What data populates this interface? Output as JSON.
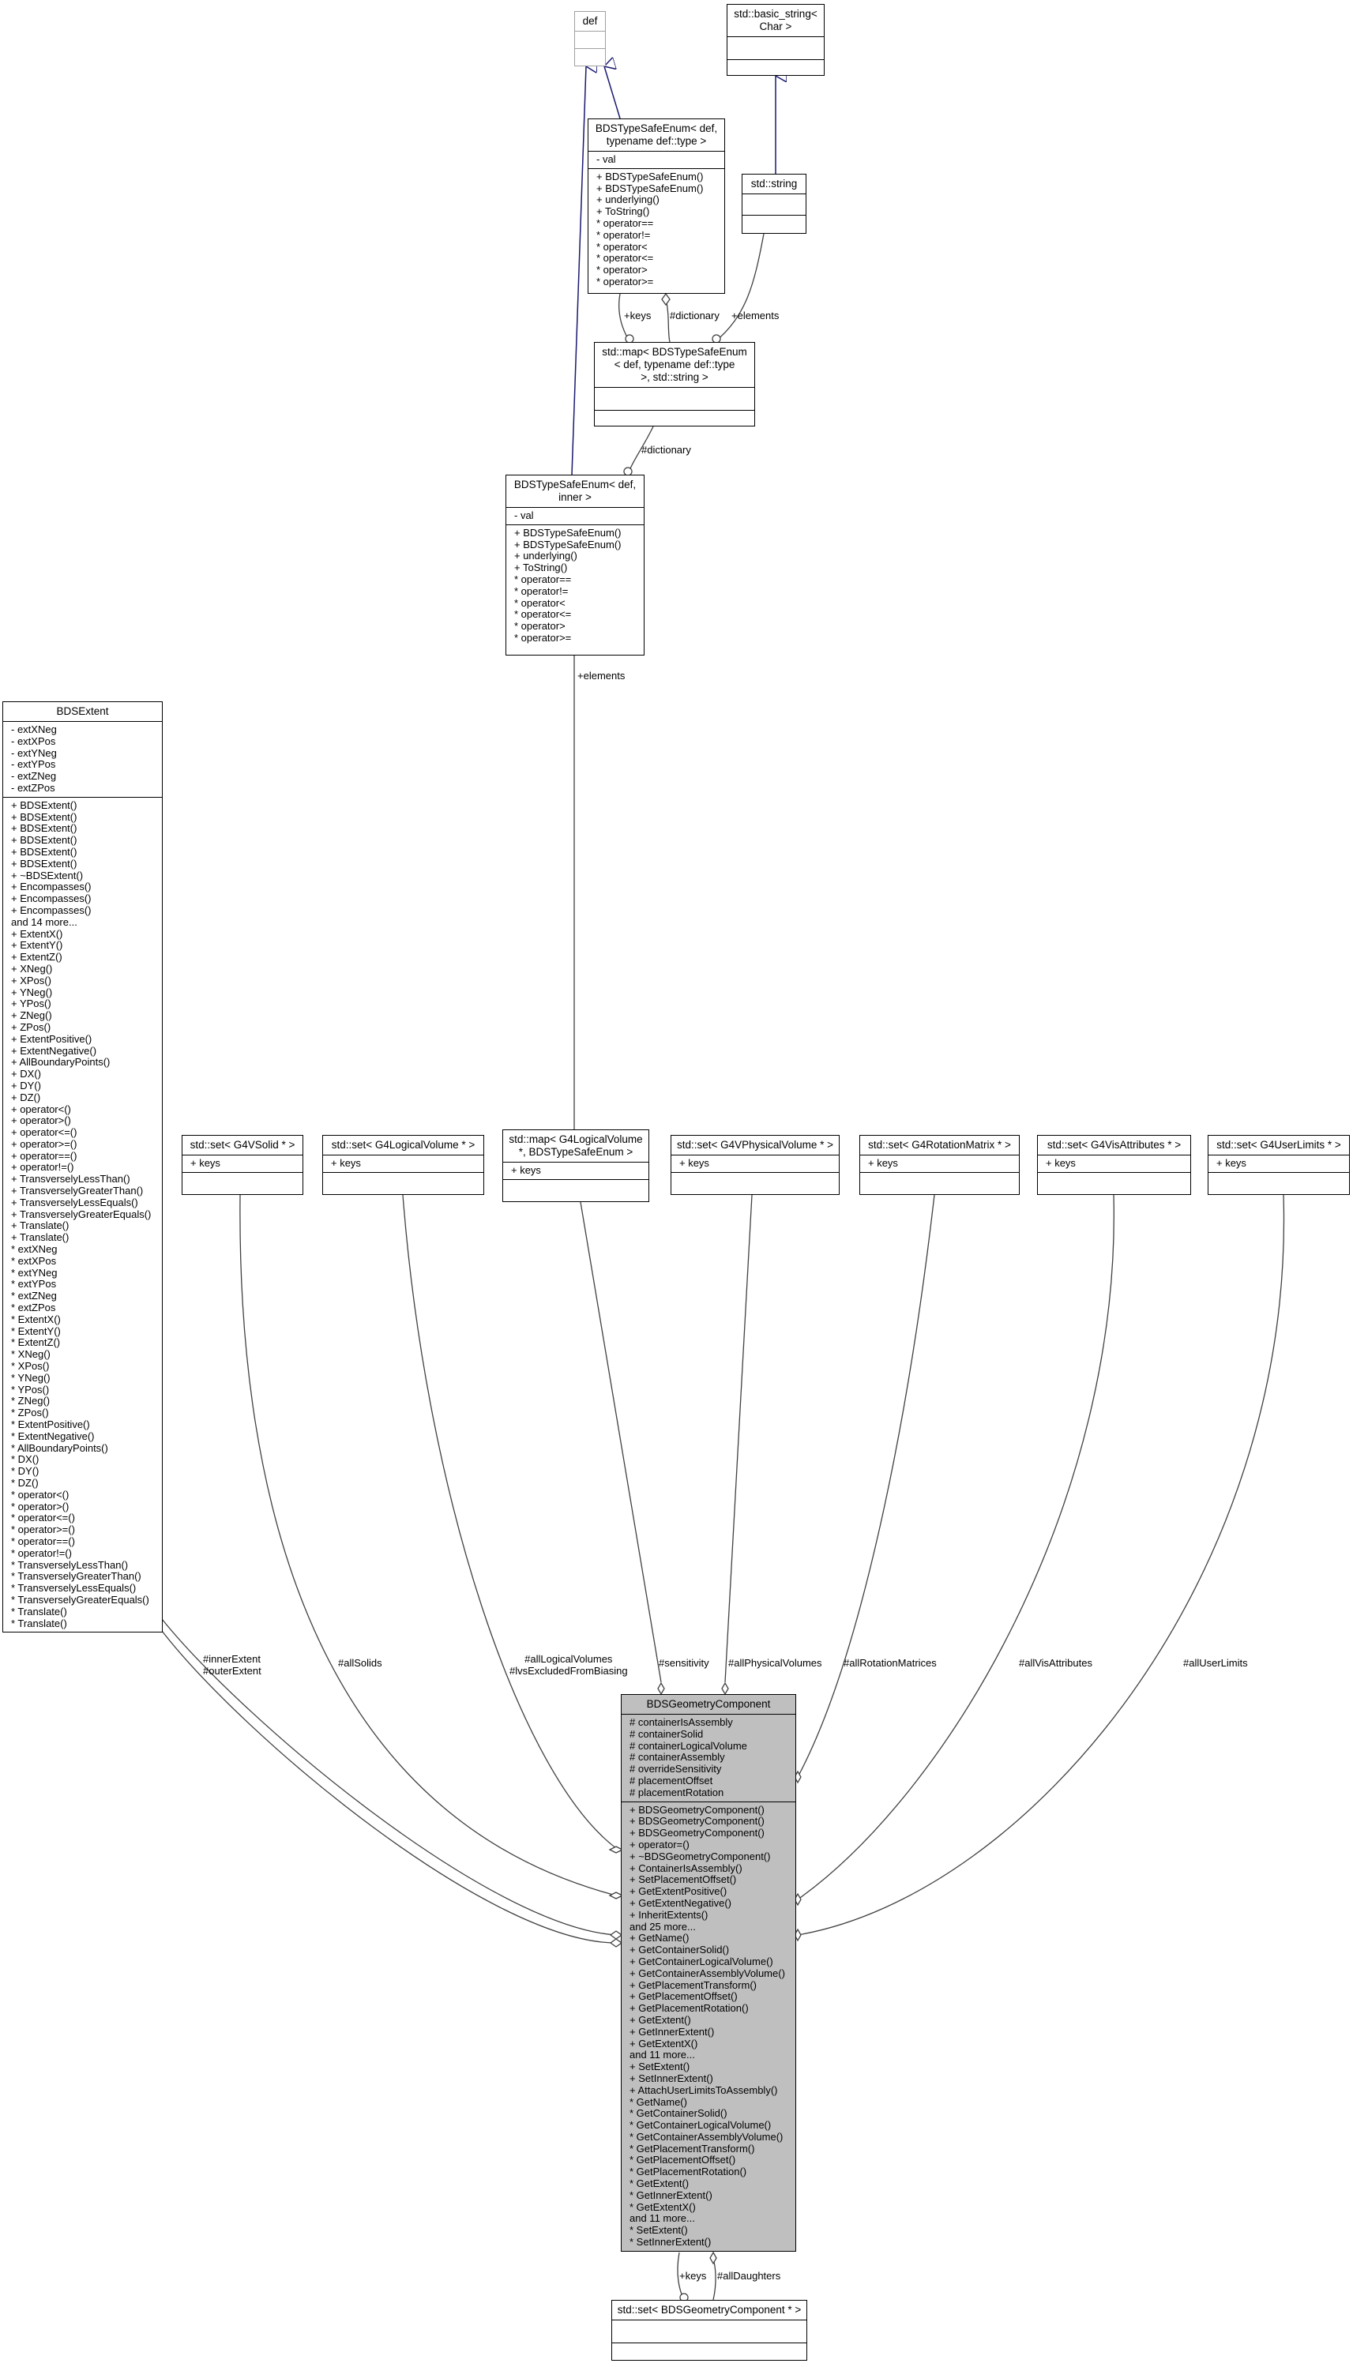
{
  "classes": {
    "def": {
      "title": "def",
      "attrs": [],
      "methods": []
    },
    "basic_string": {
      "title": "std::basic_string<\nChar >",
      "attrs": [],
      "methods": []
    },
    "bds_tse_def": {
      "title": "BDSTypeSafeEnum< def,\ntypename def::type >",
      "attrs": [
        "- val"
      ],
      "methods": [
        "+ BDSTypeSafeEnum()",
        "+ BDSTypeSafeEnum()",
        "+ underlying()",
        "+ ToString()",
        "* operator==",
        "* operator!=",
        "* operator<",
        "* operator<=",
        "* operator>",
        "* operator>="
      ]
    },
    "std_string": {
      "title": "std::string",
      "attrs": [],
      "methods": []
    },
    "std_map_tse": {
      "title": "std::map< BDSTypeSafeEnum\n< def, typename def::type\n>, std::string >",
      "attrs": [],
      "methods": []
    },
    "bds_tse_inner": {
      "title": "BDSTypeSafeEnum< def,\ninner >",
      "attrs": [
        "- val"
      ],
      "methods": [
        "+ BDSTypeSafeEnum()",
        "+ BDSTypeSafeEnum()",
        "+ underlying()",
        "+ ToString()",
        "* operator==",
        "* operator!=",
        "* operator<",
        "* operator<=",
        "* operator>",
        "* operator>="
      ]
    },
    "bds_extent": {
      "title": "BDSExtent",
      "attrs": [
        "- extXNeg",
        "- extXPos",
        "- extYNeg",
        "- extYPos",
        "- extZNeg",
        "- extZPos"
      ],
      "methods": [
        "+ BDSExtent()",
        "+ BDSExtent()",
        "+ BDSExtent()",
        "+ BDSExtent()",
        "+ BDSExtent()",
        "+ BDSExtent()",
        "+ ~BDSExtent()",
        "+ Encompasses()",
        "+ Encompasses()",
        "+ Encompasses()",
        "and 14 more...",
        "+ ExtentX()",
        "+ ExtentY()",
        "+ ExtentZ()",
        "+ XNeg()",
        "+ XPos()",
        "+ YNeg()",
        "+ YPos()",
        "+ ZNeg()",
        "+ ZPos()",
        "+ ExtentPositive()",
        "+ ExtentNegative()",
        "+ AllBoundaryPoints()",
        "+ DX()",
        "+ DY()",
        "+ DZ()",
        "+ operator<()",
        "+ operator>()",
        "+ operator<=()",
        "+ operator>=()",
        "+ operator==()",
        "+ operator!=()",
        "+ TransverselyLessThan()",
        "+ TransverselyGreaterThan()",
        "+ TransverselyLessEquals()",
        "+ TransverselyGreaterEquals()",
        "+ Translate()",
        "+ Translate()",
        "* extXNeg",
        "* extXPos",
        "* extYNeg",
        "* extYPos",
        "* extZNeg",
        "* extZPos",
        "* ExtentX()",
        "* ExtentY()",
        "* ExtentZ()",
        "* XNeg()",
        "* XPos()",
        "* YNeg()",
        "* YPos()",
        "* ZNeg()",
        "* ZPos()",
        "* ExtentPositive()",
        "* ExtentNegative()",
        "* AllBoundaryPoints()",
        "* DX()",
        "* DY()",
        "* DZ()",
        "* operator<()",
        "* operator>()",
        "* operator<=()",
        "* operator>=()",
        "* operator==()",
        "* operator!=()",
        "* TransverselyLessThan()",
        "* TransverselyGreaterThan()",
        "* TransverselyLessEquals()",
        "* TransverselyGreaterEquals()",
        "* Translate()",
        "* Translate()"
      ]
    },
    "set_solid": {
      "title": "std::set< G4VSolid * >",
      "attrs": [
        "+ keys"
      ],
      "methods": []
    },
    "set_logvol": {
      "title": "std::set< G4LogicalVolume * >",
      "attrs": [
        "+ keys"
      ],
      "methods": []
    },
    "map_logvol": {
      "title": "std::map< G4LogicalVolume\n*, BDSTypeSafeEnum >",
      "attrs": [
        "+ keys"
      ],
      "methods": []
    },
    "set_physvol": {
      "title": "std::set< G4VPhysicalVolume * >",
      "attrs": [
        "+ keys"
      ],
      "methods": []
    },
    "set_rotmat": {
      "title": "std::set< G4RotationMatrix * >",
      "attrs": [
        "+ keys"
      ],
      "methods": []
    },
    "set_visattr": {
      "title": "std::set< G4VisAttributes * >",
      "attrs": [
        "+ keys"
      ],
      "methods": []
    },
    "set_userlim": {
      "title": "std::set< G4UserLimits * >",
      "attrs": [
        "+ keys"
      ],
      "methods": []
    },
    "bds_geom": {
      "title": "BDSGeometryComponent",
      "attrs": [
        "# containerIsAssembly",
        "# containerSolid",
        "# containerLogicalVolume",
        "# containerAssembly",
        "# overrideSensitivity",
        "# placementOffset",
        "# placementRotation"
      ],
      "methods": [
        "+ BDSGeometryComponent()",
        "+ BDSGeometryComponent()",
        "+ BDSGeometryComponent()",
        "+ operator=()",
        "+ ~BDSGeometryComponent()",
        "+ ContainerIsAssembly()",
        "+ SetPlacementOffset()",
        "+ GetExtentPositive()",
        "+ GetExtentNegative()",
        "+ InheritExtents()",
        "and 25 more...",
        "+ GetName()",
        "+ GetContainerSolid()",
        "+ GetContainerLogicalVolume()",
        "+ GetContainerAssemblyVolume()",
        "+ GetPlacementTransform()",
        "+ GetPlacementOffset()",
        "+ GetPlacementRotation()",
        "+ GetExtent()",
        "+ GetInnerExtent()",
        "+ GetExtentX()",
        "and 11 more...",
        "+ SetExtent()",
        "+ SetInnerExtent()",
        "+ AttachUserLimitsToAssembly()",
        "* GetName()",
        "* GetContainerSolid()",
        "* GetContainerLogicalVolume()",
        "* GetContainerAssemblyVolume()",
        "* GetPlacementTransform()",
        "* GetPlacementOffset()",
        "* GetPlacementRotation()",
        "* GetExtent()",
        "* GetInnerExtent()",
        "* GetExtentX()",
        "and 11 more...",
        "* SetExtent()",
        "* SetInnerExtent()"
      ]
    },
    "set_geom": {
      "title": "std::set< BDSGeometryComponent * >",
      "attrs": [],
      "methods": []
    }
  },
  "edge_labels": {
    "keys_top": "+keys",
    "dictionary_top": "#dictionary",
    "elements_top": "+elements",
    "dictionary_mid": "#dictionary",
    "elements_mid": "+elements",
    "inner_outer_extent": "#innerExtent\n#outerExtent",
    "all_solids": "#allSolids",
    "all_logical_volumes": "#allLogicalVolumes\n#lvsExcludedFromBiasing",
    "sensitivity": "#sensitivity",
    "all_physical_volumes": "#allPhysicalVolumes",
    "all_rotation_matrices": "#allRotationMatrices",
    "all_vis_attributes": "#allVisAttributes",
    "all_user_limits": "#allUserLimits",
    "keys_bottom": "+keys",
    "all_daughters": "#allDaughters"
  },
  "colors": {
    "inheritance_edge": "#191970",
    "association_edge": "#404040",
    "highlight_fill": "#bfbfbf",
    "ghost_border": "#a0a0a0"
  }
}
